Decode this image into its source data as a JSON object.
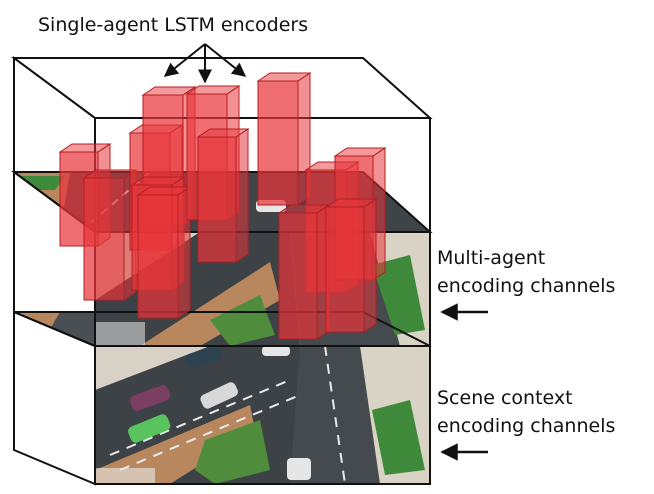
{
  "labels": {
    "top": "Single-agent LSTM encoders",
    "multi_agent_line1": "Multi-agent",
    "multi_agent_line2": "encoding channels",
    "scene_line1": "Scene context",
    "scene_line2": "encoding channels"
  },
  "icons": {
    "encoder_bars": "red-3d-bar",
    "pointer_arrows": "left-arrow",
    "fan_arrows": "down-arrow"
  },
  "colors": {
    "bar_fill": "#e8363a",
    "bar_edge": "#b51d22",
    "road": "#3d4246",
    "lane_marking": "#e9e9e9",
    "grass": "#3f8a3a",
    "median": "#a9754e",
    "outline": "#111111"
  }
}
